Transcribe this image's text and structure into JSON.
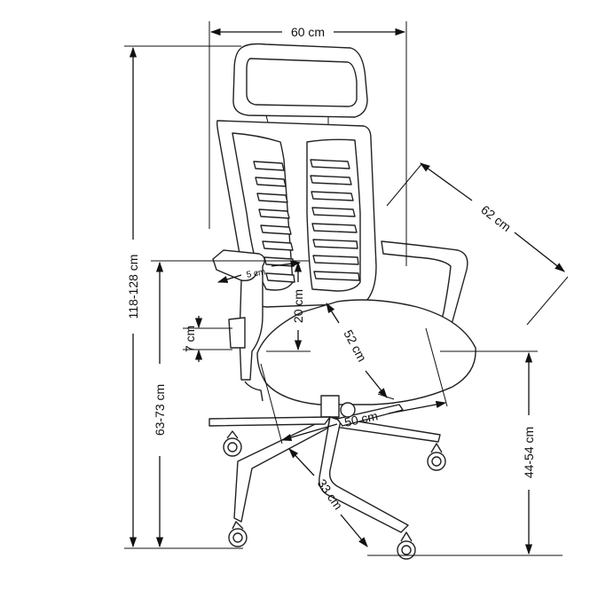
{
  "dimensions": {
    "width": "60 cm",
    "depth": "62 cm",
    "total_height": "118-128 cm",
    "armrest_height": "63-73 cm",
    "armrest_width": "5 cm",
    "armrest_to_seat": "20 cm",
    "armrest_adjust": "7 cm",
    "seat_depth": "52 cm",
    "seat_width": "50 cm",
    "base_radius": "33 cm",
    "seat_height": "44-54 cm"
  }
}
